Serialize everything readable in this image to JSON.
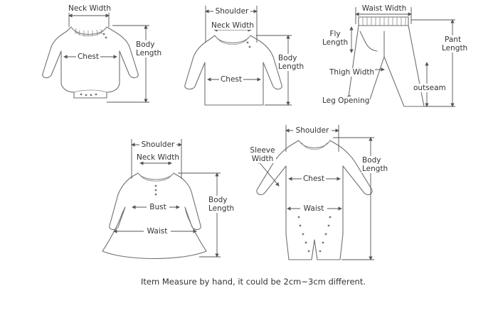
{
  "diagram": {
    "bodysuit": {
      "neck_width": "Neck Width",
      "chest": "Chest",
      "body_length_1": "Body",
      "body_length_2": "Length"
    },
    "longsleeve_top": {
      "shoulder": "Shoulder",
      "neck_width": "Neck Width",
      "chest": "Chest",
      "body_length_1": "Body",
      "body_length_2": "Length"
    },
    "pants": {
      "waist_width": "Waist Width",
      "fly_length_1": "Fly",
      "fly_length_2": "Length",
      "pant_length_1": "Pant",
      "pant_length_2": "Length",
      "thigh_width": "Thigh Width",
      "outseam": "outseam",
      "leg_opening": "Leg Opening"
    },
    "dress": {
      "shoulder": "Shoulder",
      "neck_width": "Neck Width",
      "bust": "Bust",
      "waist": "Waist",
      "body_length_1": "Body",
      "body_length_2": "Length"
    },
    "romper": {
      "shoulder": "Shoulder",
      "sleeve_width_1": "Sleeve",
      "sleeve_width_2": "Width",
      "chest": "Chest",
      "waist": "Waist",
      "body_length_1": "Body",
      "body_length_2": "Length"
    }
  },
  "footnote": "Item Measure by hand, it could be 2cm~3cm different."
}
